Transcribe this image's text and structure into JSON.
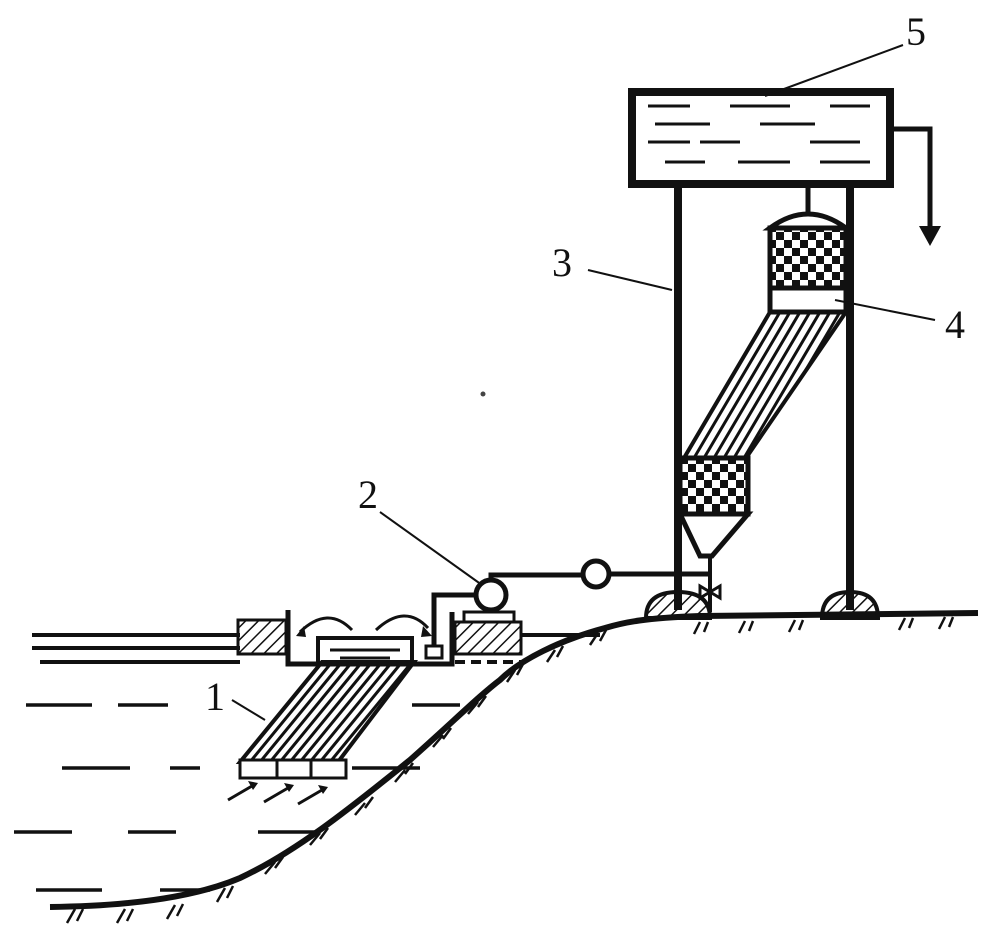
{
  "diagram": {
    "callouts": [
      {
        "id": "1",
        "text": "1"
      },
      {
        "id": "2",
        "text": "2"
      },
      {
        "id": "3",
        "text": "3"
      },
      {
        "id": "4",
        "text": "4"
      },
      {
        "id": "5",
        "text": "5"
      }
    ]
  },
  "colors": {
    "ink": "#111111",
    "paper": "#ffffff"
  }
}
